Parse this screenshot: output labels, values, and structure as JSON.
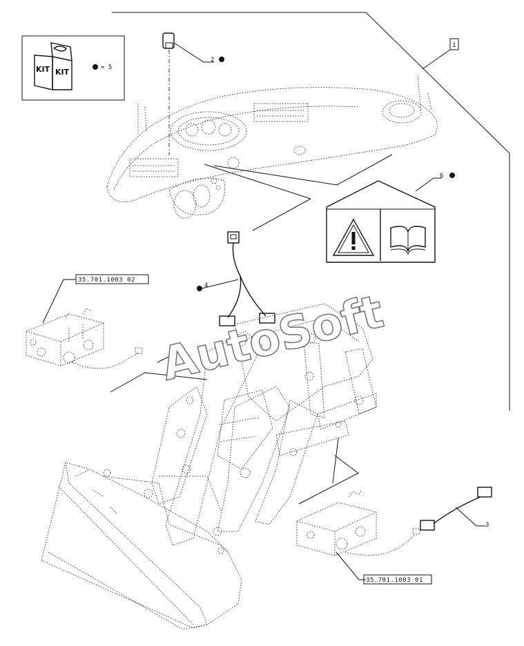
{
  "kit_box": {
    "label_left": "KIT",
    "label_right": "KIT",
    "callout": "= 5"
  },
  "callouts": {
    "item1": "1",
    "item2": "2",
    "item3": "3",
    "item4": "4",
    "item6": "6"
  },
  "references": {
    "ref_upper": "35.701.1003 02",
    "ref_lower": "35.701.1003 01"
  },
  "watermark": "AutoSoft"
}
